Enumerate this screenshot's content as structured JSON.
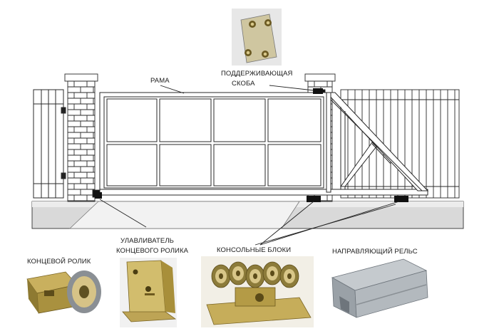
{
  "labels": {
    "frame": "РАМА",
    "support_bracket_line1": "ПОДДЕРЖИВАЮЩАЯ",
    "support_bracket_line2": "СКОБА",
    "catcher_line1": "УЛАВЛИВАТЕЛЬ",
    "catcher_line2": "КОНЦЕВОГО РОЛИКА",
    "end_roller": "КОНЦЕВОЙ РОЛИК",
    "cantilever_blocks": "КОНСОЛЬНЫЕ БЛОКИ",
    "guide_rail": "НАПРАВЛЯЮЩИЙ РЕЛЬС"
  },
  "colors": {
    "line": "#2a2a2a",
    "brick": "#ffffff",
    "ground": "#dcdcdc",
    "metal": "#b9a45a",
    "metal_dark": "#7e6a28",
    "steel": "#a7adb3",
    "steel_dark": "#6e757c"
  },
  "icons": {
    "bracket": "support-bracket-photo-icon",
    "end_roller": "end-roller-photo-icon",
    "catcher": "roller-catcher-photo-icon",
    "blocks": "cantilever-block-photo-icon",
    "rail": "guide-rail-photo-icon"
  }
}
